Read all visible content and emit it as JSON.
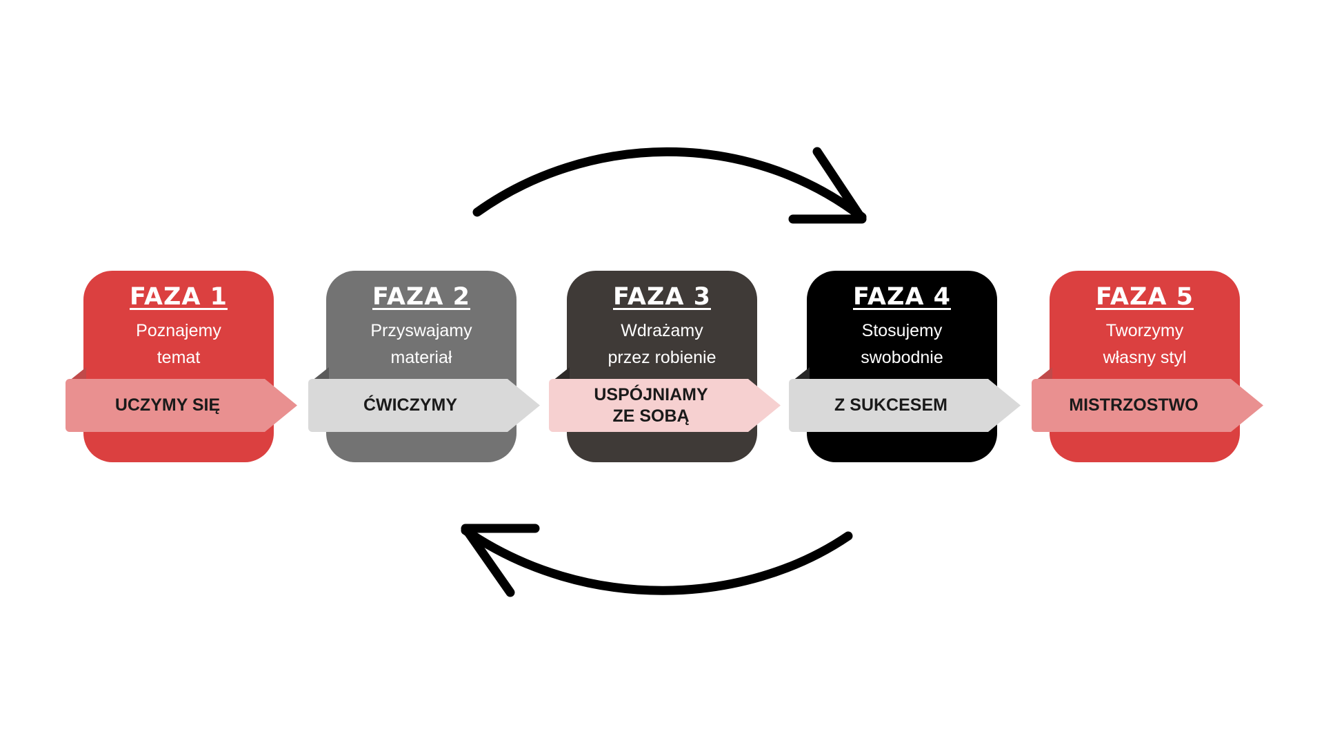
{
  "phases": [
    {
      "title": "FAZA 1",
      "description_line1": "Poznajemy",
      "description_line2": "temat",
      "banner": "UCZYMY SIĘ",
      "card_color": "#db4040",
      "banner_color": "#e99090"
    },
    {
      "title": "FAZA 2",
      "description_line1": "Przyswajamy",
      "description_line2": "materiał",
      "banner": "ĆWICZYMY",
      "card_color": "#737373",
      "banner_color": "#d9d9d9"
    },
    {
      "title": "FAZA 3",
      "description_line1": "Wdrażamy",
      "description_line2": "przez robienie",
      "banner_line1": "USPÓJNIAMY",
      "banner_line2": "ZE SOBĄ",
      "card_color": "#3f3a37",
      "banner_color": "#f6d0d0"
    },
    {
      "title": "FAZA 4",
      "description_line1": "Stosujemy",
      "description_line2": "swobodnie",
      "banner": "Z SUKCESEM",
      "card_color": "#000000",
      "banner_color": "#d9d9d9"
    },
    {
      "title": "FAZA 5",
      "description_line1": "Tworzymy",
      "description_line2": "własny styl",
      "banner": "MISTRZOSTWO",
      "card_color": "#db4040",
      "banner_color": "#e99090"
    }
  ],
  "cycle_arrows": [
    {
      "icon": "curved-arrow-right-icon",
      "direction": "clockwise"
    },
    {
      "icon": "curved-arrow-left-icon",
      "direction": "clockwise"
    }
  ]
}
